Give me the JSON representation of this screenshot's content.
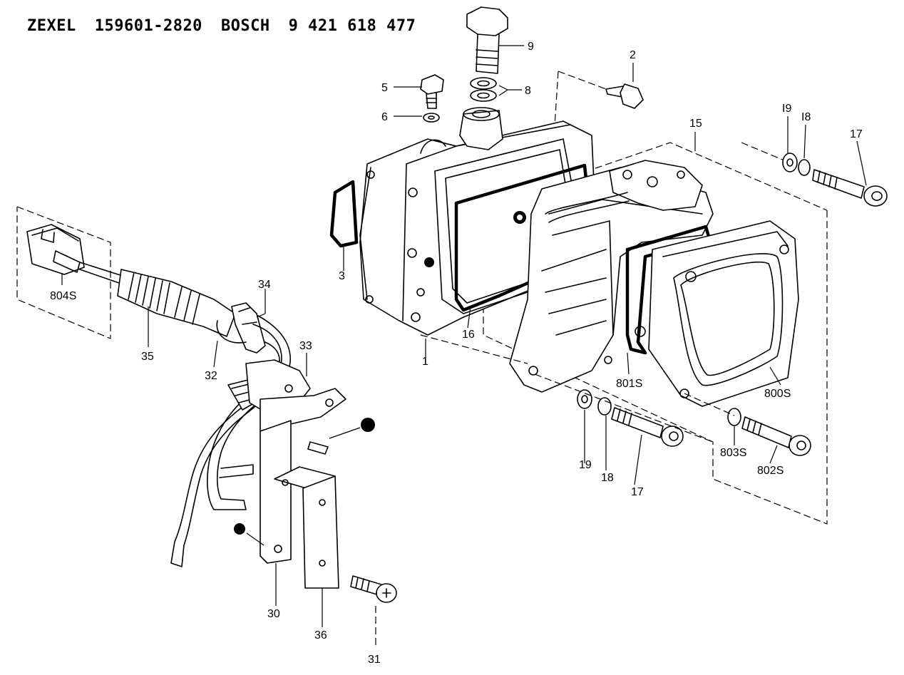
{
  "header": {
    "brand1": "ZEXEL",
    "part1": "159601-2820",
    "brand2": "BOSCH",
    "part2": "9 421 618 477"
  },
  "callouts": {
    "c1": "1",
    "c2": "2",
    "c3": "3",
    "c5": "5",
    "c6": "6",
    "c8": "8",
    "c9": "9",
    "c15": "15",
    "c16": "16",
    "c17a": "17",
    "c18a": "I8",
    "c19a": "I9",
    "c17b": "17",
    "c18b": "18",
    "c19b": "19",
    "c30": "30",
    "c31": "31",
    "c32": "32",
    "c33": "33",
    "c34": "34",
    "c35": "35",
    "c36": "36",
    "c800": "800S",
    "c801": "801S",
    "c802": "802S",
    "c803": "803S",
    "c804": "804S"
  }
}
